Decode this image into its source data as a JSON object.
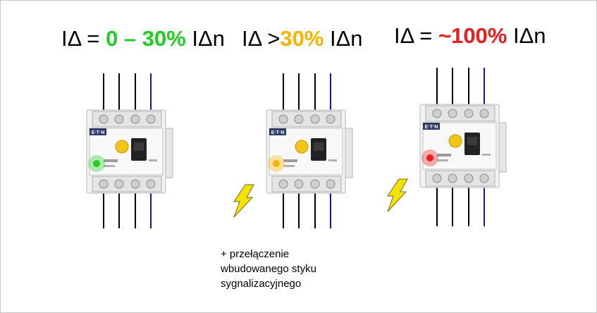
{
  "headers": [
    {
      "prefix": "IΔ = ",
      "value": "0 – 30%",
      "suffix": " IΔn",
      "value_color": "#22cc22"
    },
    {
      "prefix": "IΔ >",
      "value": "30%",
      "suffix": " IΔn",
      "value_color": "#f5b400"
    },
    {
      "prefix": "IΔ = ",
      "value": "~100%",
      "suffix": " IΔn",
      "value_color": "#ee1c1c"
    }
  ],
  "devices": [
    {
      "brand": "E·T·N",
      "indicator": "green",
      "lightning": false
    },
    {
      "brand": "E·T·N",
      "indicator": "yellow",
      "lightning": true
    },
    {
      "brand": "E·T·N",
      "indicator": "red",
      "lightning": true
    }
  ],
  "note": {
    "lines": [
      "+ przełączenie",
      "wbudowanego styku",
      "sygnalizacyjnego"
    ]
  },
  "colors": {
    "wire_phase": "#000000",
    "wire_neutral": "#1a1aa0",
    "green": "#22cc22",
    "yellow": "#f5b400",
    "red": "#ee1c1c",
    "lightning": "#f2e200"
  }
}
